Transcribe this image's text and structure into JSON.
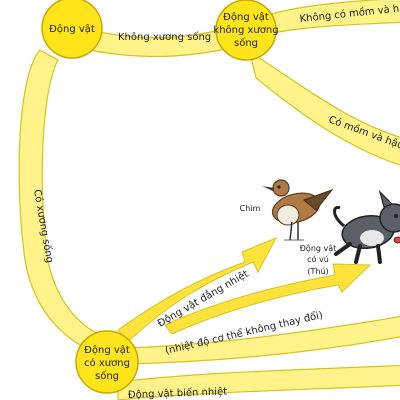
{
  "colors": {
    "band_fill": "#fff38a",
    "band_stroke": "#d8c11f",
    "node_fill": "#ffe51a",
    "node_stroke": "#c9a900",
    "arrow_fill": "#ffe23a",
    "text": "#222222",
    "background": "#ffffff"
  },
  "nodes": {
    "animal": "Động vật",
    "invertebrate": [
      "Động vật",
      "không xương",
      "sống"
    ],
    "vertebrate": [
      "Động vật",
      "có xương",
      "sống"
    ]
  },
  "edges": {
    "animal_to_invertebrate": "Không xương sống",
    "animal_to_vertebrate": "Có xương sống",
    "invertebrate_no_mouth_anus": "Không có mồm và hậ",
    "invertebrate_mouth_anus": "Có mồm và hậu mô",
    "warm_blooded": "Động vật đẳng nhiệt",
    "warm_blooded_note": "(nhiệt độ cơ thể không thay đổi)",
    "cold_blooded": "Động vật biến nhiệt"
  },
  "labels": {
    "bird": "Chim",
    "mammal": [
      "Động vật",
      "có vú",
      "(Thú)"
    ]
  },
  "icons": [
    "bird-illustration",
    "dog-illustration"
  ]
}
